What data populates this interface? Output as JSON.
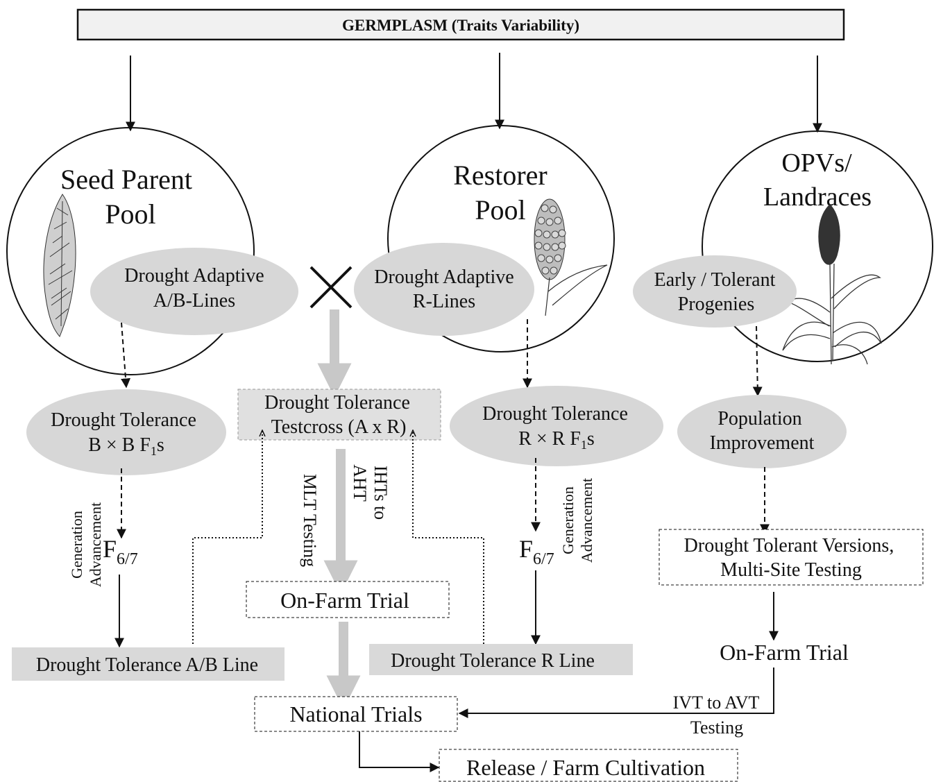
{
  "header": {
    "title": "GERMPLASM (Traits Variability)"
  },
  "pools": {
    "seed_parent": {
      "title_line1": "Seed Parent",
      "title_line2": "Pool"
    },
    "restorer": {
      "title_line1": "Restorer",
      "title_line2": "Pool"
    },
    "opv": {
      "title_line1": "OPVs/",
      "title_line2": "Landraces"
    }
  },
  "ellipses": {
    "ab_lines": {
      "line1": "Drought Adaptive",
      "line2": "A/B-Lines"
    },
    "r_lines": {
      "line1": "Drought Adaptive",
      "line2": "R-Lines"
    },
    "progenies": {
      "line1": "Early / Tolerant",
      "line2": "Progenies"
    },
    "bxb": {
      "line1": "Drought Tolerance",
      "line2": "B × B F",
      "sub": "1",
      "tail": "s"
    },
    "rxr": {
      "line1": "Drought Tolerance",
      "line2": "R × R F",
      "sub": "1",
      "tail": "s"
    },
    "population": {
      "line1": "Population",
      "line2": "Improvement"
    }
  },
  "boxes": {
    "testcross": {
      "line1": "Drought Tolerance",
      "line2": "Testcross (A x R)"
    },
    "on_farm_center": "On-Farm Trial",
    "ab_line": "Drought Tolerance A/B Line",
    "r_line": "Drought Tolerance R Line",
    "versions": {
      "line1": "Drought Tolerant Versions,",
      "line2": "Multi-Site Testing"
    },
    "on_farm_right": "On-Farm Trial",
    "national": "National Trials",
    "release": "Release / Farm Cultivation"
  },
  "labels": {
    "f67_left": {
      "base": "F",
      "sub": "6/7"
    },
    "f67_right": {
      "base": "F",
      "sub": "6/7"
    },
    "gen_adv_left": {
      "line1": "Generation",
      "line2": "Advancement"
    },
    "gen_adv_right": {
      "line1": "Generation",
      "line2": "Advancement"
    },
    "iht_aht": {
      "line1": "IHTs  to",
      "line2": "AHT"
    },
    "mlt": "MLT  Testing",
    "ivt_avt": {
      "line1": "IVT to AVT",
      "line2": "Testing"
    }
  },
  "cross_symbol": "×"
}
